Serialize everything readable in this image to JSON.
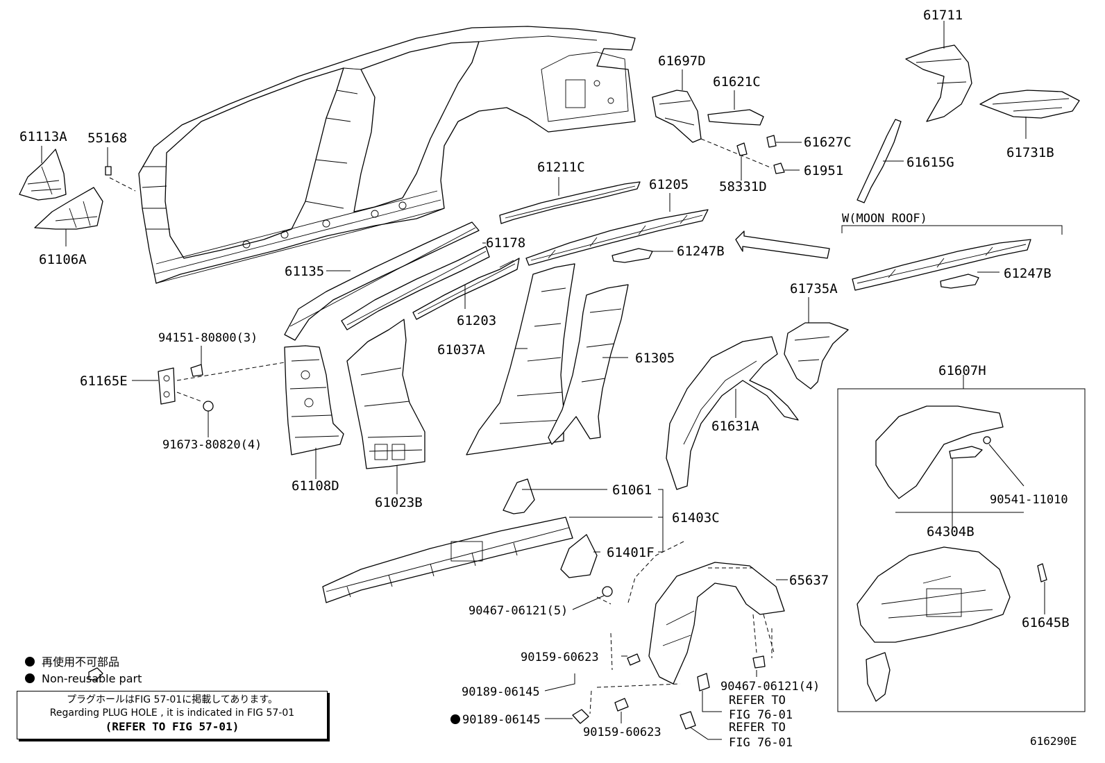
{
  "labels": {
    "p61711": "61711",
    "p61697D": "61697D",
    "p61621C": "61621C",
    "p61627C": "61627C",
    "p61951": "61951",
    "p58331D": "58331D",
    "p61615G": "61615G",
    "p61731B": "61731B",
    "p61113A": "61113A",
    "p55168": "55168",
    "p61106A": "61106A",
    "p61211C": "61211C",
    "p61205": "61205",
    "p61247B_a": "61247B",
    "p61178": "61178",
    "p61135": "61135",
    "p61203": "61203",
    "moonroof": "W(MOON ROOF)",
    "p61247B_b": "61247B",
    "p61735A": "61735A",
    "p94151": "94151-80800(3)",
    "p61165E": "61165E",
    "p91673": "91673-80820(4)",
    "p61037A": "61037A",
    "p61305": "61305",
    "p61631A": "61631A",
    "p61607H": "61607H",
    "p61108D": "61108D",
    "p61023B": "61023B",
    "p61061": "61061",
    "p61403C": "61403C",
    "p61401F": "61401F",
    "p90541": "90541-11010",
    "p64304B": "64304B",
    "p65637": "65637",
    "p90467_5": "90467-06121(5)",
    "p61645B": "61645B",
    "p90159_a": "90159-60623",
    "p90467_4": "90467-06121(4)",
    "p90189_a": "90189-06145",
    "refer_a1": "REFER TO",
    "refer_a2": "FIG 76-01",
    "p90189_b": "90189-06145",
    "p90159_b": "90159-60623",
    "refer_b1": "REFER TO",
    "refer_b2": "FIG 76-01"
  },
  "legend": {
    "jp": "再使用不可部品",
    "en": "Non-reusable part"
  },
  "note": {
    "line1": "プラグホールはFIG 57-01に掲載してあります。",
    "line2": "Regarding PLUG HOLE , it is indicated in FIG 57-01",
    "line3": "(REFER TO FIG 57-01)"
  },
  "figure_code": "616290E"
}
